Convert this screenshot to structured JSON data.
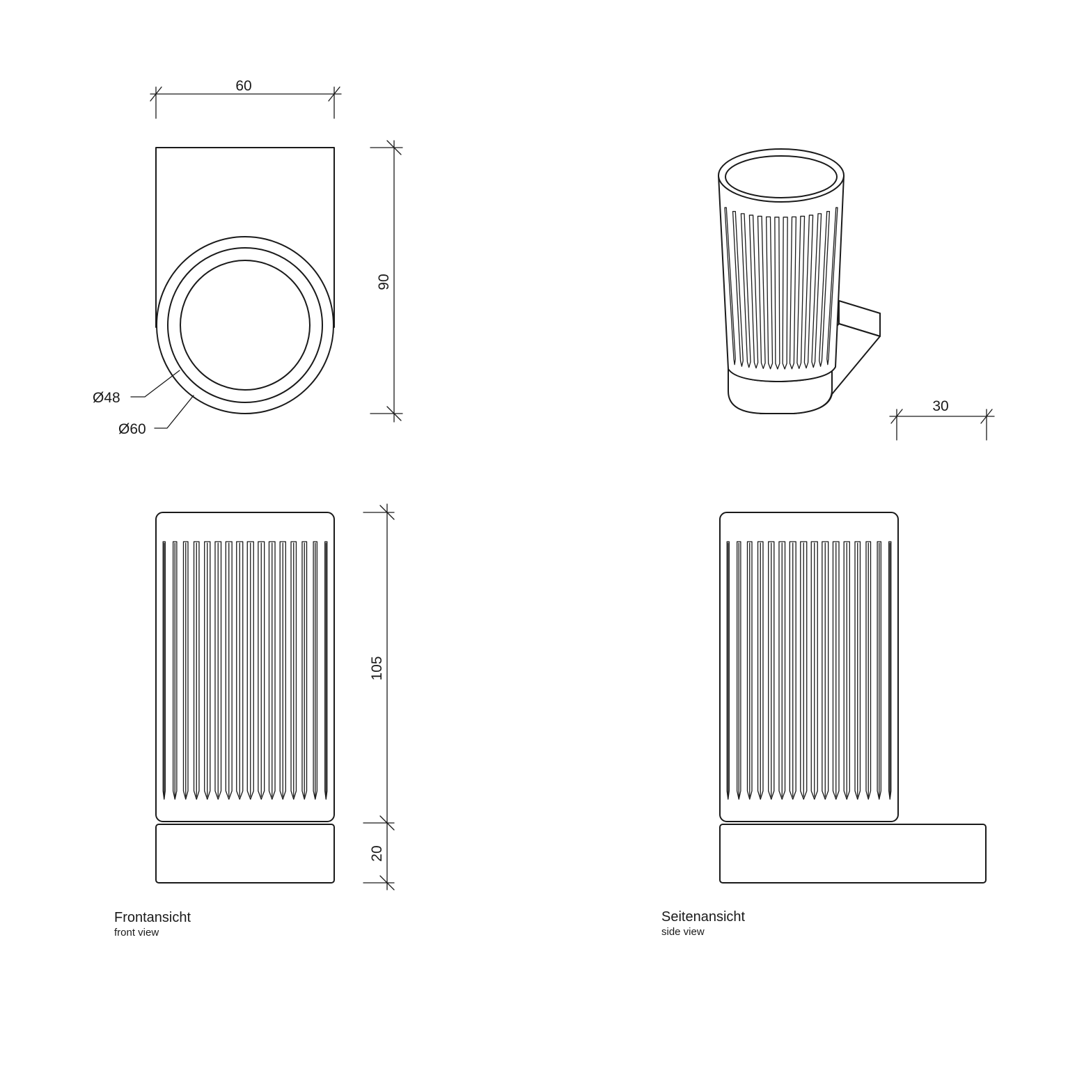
{
  "dimensions": {
    "top_width": "60",
    "top_height": "90",
    "diameter_inner": "Ø48",
    "diameter_outer": "Ø60",
    "wall_projection": "30",
    "cup_height": "105",
    "base_height": "20"
  },
  "captions": {
    "front": {
      "de": "Frontansicht",
      "en": "front view"
    },
    "side": {
      "de": "Seitenansicht",
      "en": "side view"
    }
  }
}
